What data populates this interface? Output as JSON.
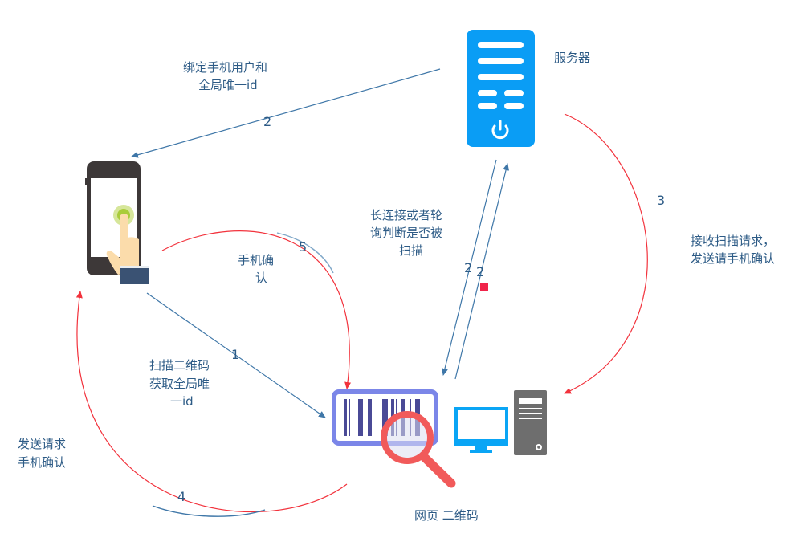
{
  "labels": {
    "server": "服务器",
    "bind_line1": "绑定手机用户和",
    "bind_line2": "全局唯一id",
    "scan_req_line1": "接收扫描请求，",
    "scan_req_line2": "发送请手机确认",
    "poll_line1": "长连接或者轮",
    "poll_line2": "询判断是否被",
    "poll_line3": "扫描",
    "confirm_line1": "手机确",
    "confirm_line2": "认",
    "scan_line1": "扫描二维码",
    "scan_line2": "获取全局唯",
    "scan_line3": "一id",
    "send_line1": "发送请求",
    "send_line2": "手机确认",
    "webpage": "网页 二维码"
  },
  "steps": {
    "s1": "1",
    "s2_top": "2",
    "s2_a": "2",
    "s2_b": "2",
    "s3": "3",
    "s4": "4",
    "s5": "5"
  },
  "colors": {
    "server": "#0a9df5",
    "flow_blue": "#3f77a8",
    "flow_red": "#f2323c",
    "phone": "#3d3838",
    "barcode_frame": "#7b86e8",
    "magnifier": "#f15a5a",
    "monitor": "#0aa5f5",
    "tower": "#6e6e6e"
  }
}
